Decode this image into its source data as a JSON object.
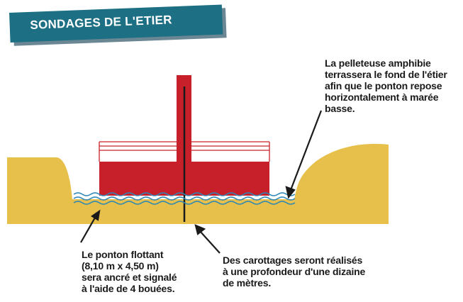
{
  "title": "SONDAGES DE L'ETIER",
  "annotations": {
    "pelleteuse": [
      "La pelleteuse amphibie",
      "terrassera le fond de l'étier",
      "afin que le ponton repose",
      "horizontalement à marée",
      "basse."
    ],
    "ponton": [
      "Le ponton flottant",
      "(8,10 m x 4,50 m)",
      "sera ancré et signalé",
      "à l'aide de 4 bouées."
    ],
    "carottages": [
      "Des carottages seront réalisés",
      "à une profondeur d'une dizaine",
      "de mètres."
    ]
  },
  "colors": {
    "banner": "#1d6f84",
    "sand": "#e6c04b",
    "pontoon": "#c8202a",
    "water": "#2b87b8",
    "text": "#1a1a1a"
  }
}
